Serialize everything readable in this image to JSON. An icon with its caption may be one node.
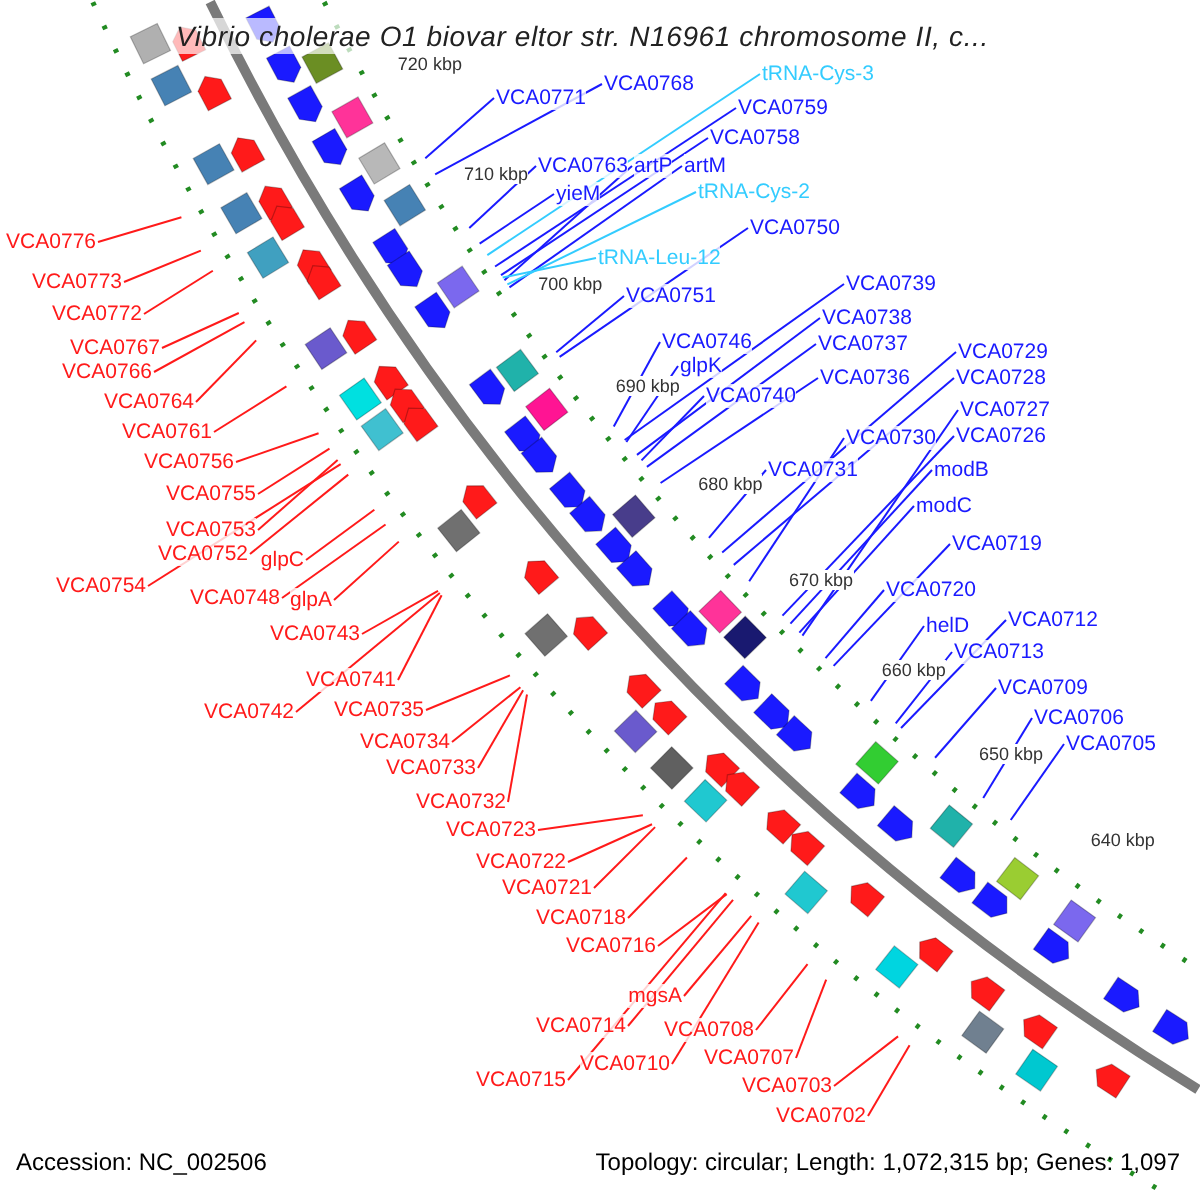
{
  "diagram": {
    "title": "Vibrio cholerae O1 biovar eltor str. N16961 chromosome II, c...",
    "nodes": [
      {
        "text": [
          "VCA0771"
        ]
      },
      {
        "text": [
          "VCA0768"
        ]
      },
      {
        "text": [
          "tRNA-Cys-3"
        ]
      },
      {
        "text": [
          "VCA0759"
        ]
      },
      {
        "text": [
          "VCA0758"
        ]
      },
      {
        "text": [
          "VCA0763"
        ]
      },
      {
        "text": [
          "artP"
        ]
      },
      {
        "text": [
          "artM"
        ]
      },
      {
        "text": [
          "yieM"
        ]
      },
      {
        "text": [
          "tRNA-Cys-2"
        ]
      },
      {
        "text": [
          "VCA0750"
        ]
      },
      {
        "text": [
          "VCA0776"
        ]
      },
      {
        "text": [
          "tRNA-Leu-12"
        ]
      },
      {
        "text": [
          "VCA0739"
        ]
      },
      {
        "text": [
          "VCA0773"
        ]
      },
      {
        "text": [
          "VCA0751"
        ]
      },
      {
        "text": [
          "VCA0772"
        ]
      },
      {
        "text": [
          "VCA0738"
        ]
      },
      {
        "text": [
          "VCA0746"
        ]
      },
      {
        "text": [
          "VCA0737"
        ]
      },
      {
        "text": [
          "VCA0767"
        ]
      },
      {
        "text": [
          "VCA0729"
        ]
      },
      {
        "text": [
          "glpK"
        ]
      },
      {
        "text": [
          "VCA0766"
        ]
      },
      {
        "text": [
          "VCA0736"
        ]
      },
      {
        "text": [
          "VCA0728"
        ]
      },
      {
        "text": [
          "VCA0740"
        ]
      },
      {
        "text": [
          "VCA0764"
        ]
      },
      {
        "text": [
          "VCA0727"
        ]
      },
      {
        "text": [
          "VCA0761"
        ]
      },
      {
        "text": [
          "VCA0726"
        ]
      },
      {
        "text": [
          "VCA0730"
        ]
      },
      {
        "text": [
          "VCA0756"
        ]
      },
      {
        "text": [
          "VCA0731"
        ]
      },
      {
        "text": [
          "modB"
        ]
      },
      {
        "text": [
          "VCA0755"
        ]
      },
      {
        "text": [
          "modC"
        ]
      },
      {
        "text": [
          "VCA0753"
        ]
      },
      {
        "text": [
          "VCA0719"
        ]
      },
      {
        "text": [
          "VCA0752"
        ]
      },
      {
        "text": [
          "glpC"
        ]
      },
      {
        "text": [
          "VCA0754"
        ]
      },
      {
        "text": [
          "VCA0720"
        ]
      },
      {
        "text": [
          "VCA0748"
        ]
      },
      {
        "text": [
          "glpA"
        ]
      },
      {
        "text": [
          "VCA0712"
        ]
      },
      {
        "text": [
          "helD"
        ]
      },
      {
        "text": [
          "VCA0743"
        ]
      },
      {
        "text": [
          "VCA0713"
        ]
      },
      {
        "text": [
          "VCA0741"
        ]
      },
      {
        "text": [
          "VCA0709"
        ]
      },
      {
        "text": [
          "VCA0735"
        ]
      },
      {
        "text": [
          "VCA0742"
        ]
      },
      {
        "text": [
          "VCA0706"
        ]
      },
      {
        "text": [
          "VCA0734"
        ]
      },
      {
        "text": [
          "VCA0705"
        ]
      },
      {
        "text": [
          "VCA0733"
        ]
      },
      {
        "text": [
          "VCA0732"
        ]
      },
      {
        "text": [
          "VCA0723"
        ]
      },
      {
        "text": [
          "VCA0722"
        ]
      },
      {
        "text": [
          "VCA0721"
        ]
      },
      {
        "text": [
          "VCA0718"
        ]
      },
      {
        "text": [
          "VCA0716"
        ]
      },
      {
        "text": [
          "mgsA"
        ]
      },
      {
        "text": [
          "VCA0714"
        ]
      },
      {
        "text": [
          "VCA0708"
        ]
      },
      {
        "text": [
          "VCA0707"
        ]
      },
      {
        "text": [
          "VCA0710"
        ]
      },
      {
        "text": [
          "VCA0715"
        ]
      },
      {
        "text": [
          "VCA0703"
        ]
      },
      {
        "text": [
          "VCA0702"
        ]
      }
    ],
    "edges": [
      {
        "from": 0,
        "to": null,
        "arrow": "none",
        "color": "#1a1aff"
      },
      {
        "from": 1,
        "to": null,
        "arrow": "none",
        "color": "#1a1aff"
      },
      {
        "from": 2,
        "to": null,
        "arrow": "none",
        "color": "#33ccff"
      },
      {
        "from": 3,
        "to": null,
        "arrow": "none",
        "color": "#1a1aff"
      },
      {
        "from": 4,
        "to": null,
        "arrow": "none",
        "color": "#1a1aff"
      },
      {
        "from": 5,
        "to": null,
        "arrow": "none",
        "color": "#1a1aff"
      },
      {
        "from": 6,
        "to": null,
        "arrow": "none",
        "color": "#1a1aff"
      },
      {
        "from": 7,
        "to": null,
        "arrow": "none",
        "color": "#1a1aff"
      },
      {
        "from": 8,
        "to": null,
        "arrow": "none",
        "color": "#1a1aff"
      },
      {
        "from": 9,
        "to": null,
        "arrow": "none",
        "color": "#33ccff"
      },
      {
        "from": 10,
        "to": null,
        "arrow": "none",
        "color": "#1a1aff"
      },
      {
        "from": 11,
        "to": null,
        "arrow": "none",
        "color": "#ff1a1a"
      },
      {
        "from": 12,
        "to": null,
        "arrow": "none",
        "color": "#33ccff"
      },
      {
        "from": 13,
        "to": null,
        "arrow": "none",
        "color": "#1a1aff"
      },
      {
        "from": 14,
        "to": null,
        "arrow": "none",
        "color": "#ff1a1a"
      },
      {
        "from": 15,
        "to": null,
        "arrow": "none",
        "color": "#1a1aff"
      },
      {
        "from": 16,
        "to": null,
        "arrow": "none",
        "color": "#ff1a1a"
      },
      {
        "from": 17,
        "to": null,
        "arrow": "none",
        "color": "#1a1aff"
      },
      {
        "from": 18,
        "to": null,
        "arrow": "none",
        "color": "#1a1aff"
      },
      {
        "from": 19,
        "to": null,
        "arrow": "none",
        "color": "#1a1aff"
      },
      {
        "from": 20,
        "to": null,
        "arrow": "none",
        "color": "#ff1a1a"
      },
      {
        "from": 21,
        "to": null,
        "arrow": "none",
        "color": "#1a1aff"
      },
      {
        "from": 22,
        "to": null,
        "arrow": "none",
        "color": "#1a1aff"
      },
      {
        "from": 23,
        "to": null,
        "arrow": "none",
        "color": "#ff1a1a"
      },
      {
        "from": 24,
        "to": null,
        "arrow": "none",
        "color": "#1a1aff"
      },
      {
        "from": 25,
        "to": null,
        "arrow": "none",
        "color": "#1a1aff"
      },
      {
        "from": 26,
        "to": null,
        "arrow": "none",
        "color": "#1a1aff"
      },
      {
        "from": 27,
        "to": null,
        "arrow": "none",
        "color": "#ff1a1a"
      },
      {
        "from": 28,
        "to": null,
        "arrow": "none",
        "color": "#1a1aff"
      },
      {
        "from": 29,
        "to": null,
        "arrow": "none",
        "color": "#ff1a1a"
      },
      {
        "from": 30,
        "to": null,
        "arrow": "none",
        "color": "#1a1aff"
      },
      {
        "from": 31,
        "to": null,
        "arrow": "none",
        "color": "#1a1aff"
      },
      {
        "from": 32,
        "to": null,
        "arrow": "none",
        "color": "#ff1a1a"
      },
      {
        "from": 33,
        "to": null,
        "arrow": "none",
        "color": "#1a1aff"
      },
      {
        "from": 34,
        "to": null,
        "arrow": "none",
        "color": "#1a1aff"
      },
      {
        "from": 35,
        "to": null,
        "arrow": "none",
        "color": "#ff1a1a"
      },
      {
        "from": 36,
        "to": null,
        "arrow": "none",
        "color": "#1a1aff"
      },
      {
        "from": 37,
        "to": null,
        "arrow": "none",
        "color": "#ff1a1a"
      },
      {
        "from": 38,
        "to": null,
        "arrow": "none",
        "color": "#1a1aff"
      },
      {
        "from": 39,
        "to": null,
        "arrow": "none",
        "color": "#ff1a1a"
      },
      {
        "from": 40,
        "to": null,
        "arrow": "none",
        "color": "#ff1a1a"
      },
      {
        "from": 41,
        "to": null,
        "arrow": "none",
        "color": "#ff1a1a"
      },
      {
        "from": 42,
        "to": null,
        "arrow": "none",
        "color": "#1a1aff"
      },
      {
        "from": 43,
        "to": null,
        "arrow": "none",
        "color": "#ff1a1a"
      },
      {
        "from": 44,
        "to": null,
        "arrow": "none",
        "color": "#ff1a1a"
      },
      {
        "from": 45,
        "to": null,
        "arrow": "none",
        "color": "#1a1aff"
      },
      {
        "from": 46,
        "to": null,
        "arrow": "none",
        "color": "#1a1aff"
      },
      {
        "from": 47,
        "to": null,
        "arrow": "none",
        "color": "#ff1a1a"
      },
      {
        "from": 48,
        "to": null,
        "arrow": "none",
        "color": "#1a1aff"
      },
      {
        "from": 49,
        "to": null,
        "arrow": "none",
        "color": "#ff1a1a"
      },
      {
        "from": 50,
        "to": null,
        "arrow": "none",
        "color": "#1a1aff"
      },
      {
        "from": 51,
        "to": null,
        "arrow": "none",
        "color": "#ff1a1a"
      },
      {
        "from": 52,
        "to": null,
        "arrow": "none",
        "color": "#ff1a1a"
      },
      {
        "from": 53,
        "to": null,
        "arrow": "none",
        "color": "#1a1aff"
      },
      {
        "from": 54,
        "to": null,
        "arrow": "none",
        "color": "#ff1a1a"
      },
      {
        "from": 55,
        "to": null,
        "arrow": "none",
        "color": "#1a1aff"
      },
      {
        "from": 56,
        "to": null,
        "arrow": "none",
        "color": "#ff1a1a"
      },
      {
        "from": 57,
        "to": null,
        "arrow": "none",
        "color": "#ff1a1a"
      },
      {
        "from": 58,
        "to": null,
        "arrow": "none",
        "color": "#ff1a1a"
      },
      {
        "from": 59,
        "to": null,
        "arrow": "none",
        "color": "#ff1a1a"
      },
      {
        "from": 60,
        "to": null,
        "arrow": "none",
        "color": "#ff1a1a"
      },
      {
        "from": 61,
        "to": null,
        "arrow": "none",
        "color": "#ff1a1a"
      },
      {
        "from": 62,
        "to": null,
        "arrow": "none",
        "color": "#ff1a1a"
      },
      {
        "from": 63,
        "to": null,
        "arrow": "none",
        "color": "#ff1a1a"
      },
      {
        "from": 64,
        "to": null,
        "arrow": "none",
        "color": "#ff1a1a"
      },
      {
        "from": 65,
        "to": null,
        "arrow": "none",
        "color": "#ff1a1a"
      },
      {
        "from": 66,
        "to": null,
        "arrow": "none",
        "color": "#ff1a1a"
      },
      {
        "from": 67,
        "to": null,
        "arrow": "none",
        "color": "#ff1a1a"
      },
      {
        "from": 68,
        "to": null,
        "arrow": "none",
        "color": "#ff1a1a"
      },
      {
        "from": 69,
        "to": null,
        "arrow": "none",
        "color": "#ff1a1a"
      },
      {
        "from": 70,
        "to": null,
        "arrow": "none",
        "color": "#ff1a1a"
      }
    ],
    "labels": [
      "720 kbp",
      "710 kbp",
      "700 kbp",
      "690 kbp",
      "680 kbp",
      "670 kbp",
      "660 kbp",
      "650 kbp",
      "640 kbp",
      "Accession: NC_002506",
      "Topology: circular; Length: 1,072,315 bp; Genes: 1,097"
    ]
  }
}
